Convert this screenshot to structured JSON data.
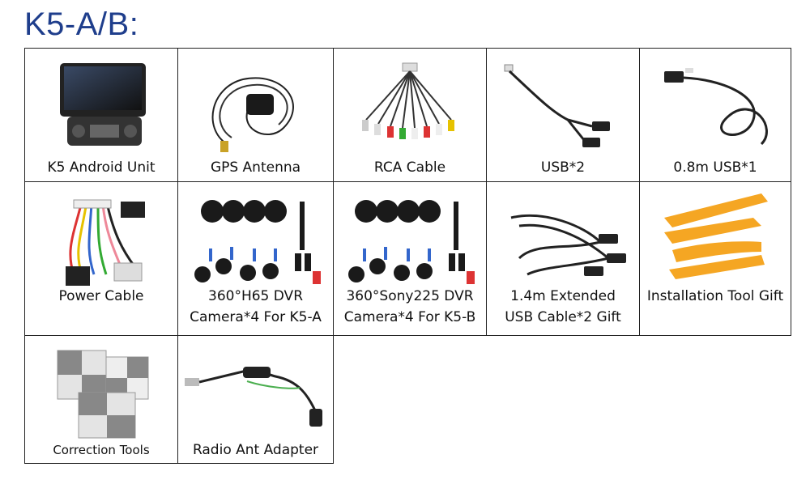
{
  "title": "K5-A/B:",
  "items": [
    {
      "line1": "K5 Android Unit",
      "line2": ""
    },
    {
      "line1": "GPS Antenna",
      "line2": ""
    },
    {
      "line1": "RCA Cable",
      "line2": ""
    },
    {
      "line1": "USB*2",
      "line2": ""
    },
    {
      "line1": "0.8m USB*1",
      "line2": ""
    },
    {
      "line1": "Power Cable",
      "line2": ""
    },
    {
      "line1": "360°H65 DVR",
      "line2": "Camera*4 For K5-A"
    },
    {
      "line1": "360°Sony225 DVR",
      "line2": "Camera*4 For K5-B"
    },
    {
      "line1": "1.4m Extended",
      "line2": "USB Cable*2 Gift"
    },
    {
      "line1": "Installation Tool Gift",
      "line2": ""
    },
    {
      "line1": "Correction Tools",
      "line2": ""
    },
    {
      "line1": "Radio Ant Adapter",
      "line2": ""
    }
  ],
  "colors": {
    "title": "#1f3e8c",
    "border": "#222222",
    "tool": "#f5a623"
  }
}
